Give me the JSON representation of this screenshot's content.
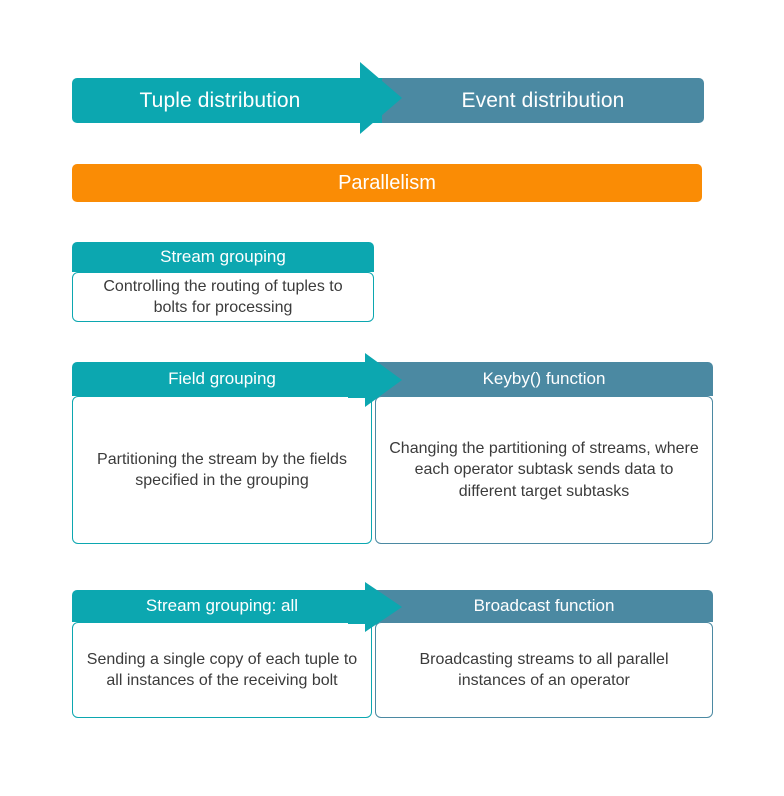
{
  "theme": {
    "teal": "#0ca7b0",
    "steel": "#4b89a2",
    "orange": "#fa8c05",
    "body_text": "#3b3b3b",
    "header_text": "#ffffff",
    "background": "#ffffff"
  },
  "title_bar": {
    "left_label": "Tuple distribution",
    "right_label": "Event distribution"
  },
  "parallelism_bar": {
    "label": "Parallelism"
  },
  "sections": [
    {
      "id": "stream-grouping",
      "single_column": true,
      "left": {
        "header": "Stream grouping",
        "body": "Controlling the routing of tuples to bolts for processing"
      }
    },
    {
      "id": "field-grouping",
      "single_column": false,
      "left": {
        "header": "Field grouping",
        "body": "Partitioning the stream by the fields specified in the grouping"
      },
      "right": {
        "header": "Keyby() function",
        "body": "Changing the partitioning of streams, where each operator subtask sends data to different target subtasks"
      }
    },
    {
      "id": "stream-grouping-all",
      "single_column": false,
      "left": {
        "header": "Stream grouping: all",
        "body": "Sending a single copy of each tuple to all instances of the receiving bolt"
      },
      "right": {
        "header": "Broadcast function",
        "body": "Broadcasting streams to all parallel instances of an operator"
      }
    }
  ]
}
